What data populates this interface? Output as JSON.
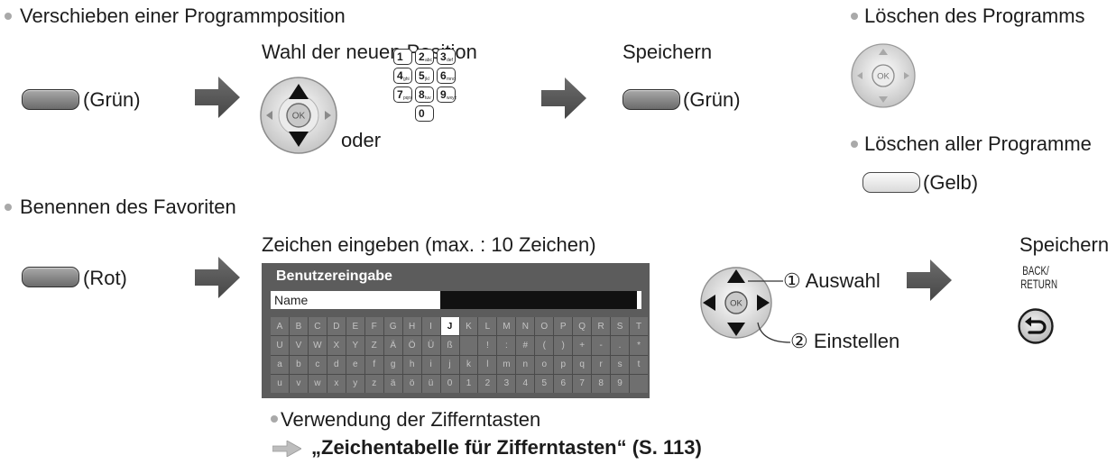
{
  "move": {
    "heading": "Verschieben einer Programmposition",
    "select_label": "Wahl der neuen Position",
    "green_label": "(Grün)",
    "or_label": "oder",
    "save_label": "Speichern",
    "save_green_label": "(Grün)",
    "keypad": [
      {
        "digit": "1",
        "letters": ""
      },
      {
        "digit": "2",
        "letters": "abc"
      },
      {
        "digit": "3",
        "letters": "def"
      },
      {
        "digit": "4",
        "letters": "ghi"
      },
      {
        "digit": "5",
        "letters": "jkl"
      },
      {
        "digit": "6",
        "letters": "mno"
      },
      {
        "digit": "7",
        "letters": "pqrs"
      },
      {
        "digit": "8",
        "letters": "tuv"
      },
      {
        "digit": "9",
        "letters": "wxyz"
      },
      {
        "digit": "0",
        "letters": ""
      }
    ]
  },
  "delete": {
    "heading": "Löschen des Programms"
  },
  "delete_all": {
    "heading": "Löschen aller Programme",
    "yellow_label": "(Gelb)"
  },
  "rename": {
    "heading": "Benennen des Favoriten",
    "red_label": "(Rot)",
    "input_label": "Zeichen eingeben (max. : 10 Zeichen)",
    "save_label": "Speichern",
    "step1_label": "① Auswahl",
    "step2_label": "② Einstellen",
    "back_line1": "BACK/",
    "back_line2": "RETURN",
    "screen": {
      "title": "Benutzereingabe",
      "name_label": "Name",
      "selected_key": "J",
      "keys": [
        [
          "A",
          "B",
          "C",
          "D",
          "E",
          "F",
          "G",
          "H",
          "I",
          "J",
          "K",
          "L",
          "M",
          "N",
          "O",
          "P",
          "Q",
          "R",
          "S",
          "T"
        ],
        [
          "U",
          "V",
          "W",
          "X",
          "Y",
          "Z",
          "Ä",
          "Ö",
          "Ü",
          "ß",
          " ",
          "!",
          ":",
          "#",
          "(",
          ")",
          "+",
          "-",
          ".",
          "*"
        ],
        [
          "a",
          "b",
          "c",
          "d",
          "e",
          "f",
          "g",
          "h",
          "i",
          "j",
          "k",
          "l",
          "m",
          "n",
          "o",
          "p",
          "q",
          "r",
          "s",
          "t"
        ],
        [
          "u",
          "v",
          "w",
          "x",
          "y",
          "z",
          "ä",
          "ö",
          "ü",
          "0",
          "1",
          "2",
          "3",
          "4",
          "5",
          "6",
          "7",
          "8",
          "9",
          ""
        ]
      ]
    },
    "hint": "Verwendung der Zifferntasten",
    "reference": "„Zeichentabelle für Zifferntasten“ (S. 113)"
  },
  "dpad": {
    "ok_label": "OK"
  },
  "icons": [
    "bullet-icon",
    "right-block-arrow-icon",
    "dpad-icon",
    "number-keypad-icon",
    "return-arrow-icon"
  ],
  "colors": {
    "text": "#1c1c1c",
    "bullet": "#a9a9a9",
    "arrow": "#555555",
    "remote_button": "#8a8a8a",
    "yellow_button": "#ececec",
    "panel": "#5c5c5c",
    "key": "#6f6f6f",
    "key_selected": "#ffffff",
    "name_field": "#111111"
  }
}
